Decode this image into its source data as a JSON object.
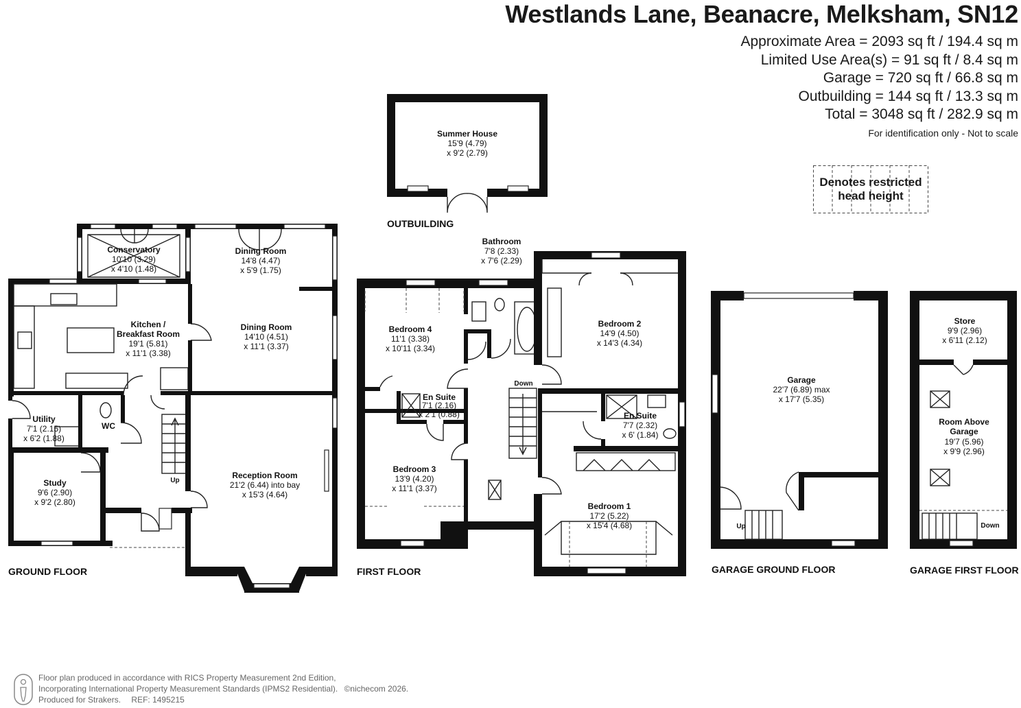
{
  "header": {
    "title": "Westlands Lane, Beanacre, Melksham, SN12",
    "areas": [
      "Approximate Area = 2093 sq ft / 194.4 sq m",
      "Limited Use Area(s) = 91 sq ft / 8.4 sq m",
      "Garage = 720 sq ft / 66.8 sq m",
      "Outbuilding = 144 sq ft / 13.3 sq m",
      "Total = 3048 sq ft / 282.9 sq m"
    ],
    "identification": "For identification only - Not to scale"
  },
  "legend": {
    "line1": "Denotes restricted",
    "line2": "head height"
  },
  "floors": {
    "ground": "GROUND FLOOR",
    "first": "FIRST FLOOR",
    "outbuilding": "OUTBUILDING",
    "garage_ground": "GARAGE GROUND FLOOR",
    "garage_first": "GARAGE FIRST FLOOR"
  },
  "rooms": {
    "conservatory": {
      "name": "Conservatory",
      "dim1": "10'10 (3.29)",
      "dim2": "x 4'10 (1.48)"
    },
    "dining_top": {
      "name": "Dining Room",
      "dim1": "14'8 (4.47)",
      "dim2": "x 5'9 (1.75)"
    },
    "dining": {
      "name": "Dining Room",
      "dim1": "14'10 (4.51)",
      "dim2": "x 11'1 (3.37)"
    },
    "kitchen": {
      "name1": "Kitchen /",
      "name2": "Breakfast Room",
      "dim1": "19'1 (5.81)",
      "dim2": "x 11'1 (3.38)"
    },
    "utility": {
      "name": "Utility",
      "dim1": "7'1 (2.15)",
      "dim2": "x 6'2 (1.88)"
    },
    "wc": {
      "name": "WC"
    },
    "study": {
      "name": "Study",
      "dim1": "9'6 (2.90)",
      "dim2": "x 9'2 (2.80)"
    },
    "reception": {
      "name": "Reception Room",
      "dim1": "21'2 (6.44) into bay",
      "dim2": "x 15'3 (4.64)"
    },
    "summer_house": {
      "name": "Summer House",
      "dim1": "15'9 (4.79)",
      "dim2": "x 9'2 (2.79)"
    },
    "bathroom": {
      "name": "Bathroom",
      "dim1": "7'8 (2.33)",
      "dim2": "x 7'6 (2.29)"
    },
    "bedroom4": {
      "name": "Bedroom 4",
      "dim1": "11'1 (3.38)",
      "dim2": "x 10'11 (3.34)"
    },
    "ensuite_small": {
      "name": "En Suite",
      "dim1": "7'1 (2.16)",
      "dim2": "x 2'1 (0.88)"
    },
    "bedroom3": {
      "name": "Bedroom 3",
      "dim1": "13'9 (4.20)",
      "dim2": "x 11'1 (3.37)"
    },
    "bedroom2": {
      "name": "Bedroom 2",
      "dim1": "14'9 (4.50)",
      "dim2": "x 14'3 (4.34)"
    },
    "ensuite": {
      "name": "En Suite",
      "dim1": "7'7 (2.32)",
      "dim2": "x 6' (1.84)"
    },
    "bedroom1": {
      "name": "Bedroom 1",
      "dim1": "17'2 (5.22)",
      "dim2": "x 15'4 (4.68)"
    },
    "garage": {
      "name": "Garage",
      "dim1": "22'7 (6.89) max",
      "dim2": "x 17'7 (5.35)"
    },
    "store": {
      "name": "Store",
      "dim1": "9'9 (2.96)",
      "dim2": "x 6'11 (2.12)"
    },
    "room_above": {
      "name1": "Room Above",
      "name2": "Garage",
      "dim1": "19'7 (5.96)",
      "dim2": "x 9'9 (2.96)"
    }
  },
  "stairs": {
    "up_ground": "Up",
    "down_first": "Down",
    "up_garage": "Up",
    "down_garage": "Down"
  },
  "footer": {
    "line1": "Floor plan produced in accordance with RICS Property Measurement 2nd Edition,",
    "line2": "Incorporating International Property Measurement Standards (IPMS2 Residential).",
    "copyright": "©nichecom 2026.",
    "line3": "Produced for Strakers.",
    "ref": "REF: 1495215"
  }
}
